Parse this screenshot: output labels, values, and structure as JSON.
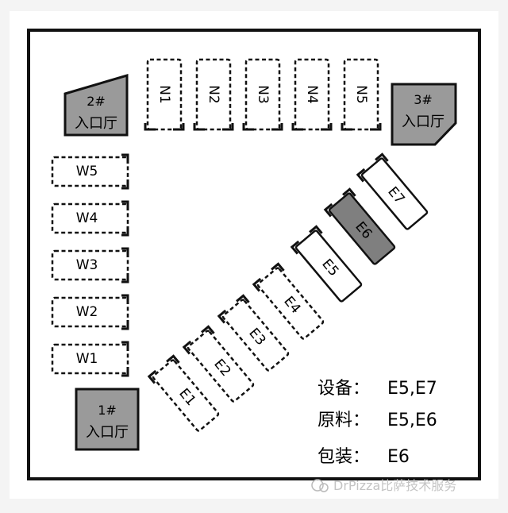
{
  "halls": [
    {
      "id": "hall-1",
      "line1": "1#",
      "line2": "入口厅"
    },
    {
      "id": "hall-2",
      "line1": "2#",
      "line2": "入口厅"
    },
    {
      "id": "hall-3",
      "line1": "3#",
      "line2": "入口厅"
    }
  ],
  "north_units": [
    "N1",
    "N2",
    "N3",
    "N4",
    "N5"
  ],
  "west_units": [
    "W5",
    "W4",
    "W3",
    "W2",
    "W1"
  ],
  "east_units": [
    {
      "label": "E1",
      "state": "dashed"
    },
    {
      "label": "E2",
      "state": "dashed"
    },
    {
      "label": "E3",
      "state": "dashed"
    },
    {
      "label": "E4",
      "state": "dashed"
    },
    {
      "label": "E5",
      "state": "solid"
    },
    {
      "label": "E6",
      "state": "filled"
    },
    {
      "label": "E7",
      "state": "solid"
    }
  ],
  "legend": [
    {
      "key": "设备：",
      "value": "E5,E7"
    },
    {
      "key": "原料：",
      "value": "E5,E6"
    },
    {
      "key": "包装：",
      "value": "E6"
    }
  ],
  "watermark": "DrPizza比萨技术服务",
  "colors": {
    "hall_fill": "#9a9a9a",
    "filled_unit": "#7f7f7f",
    "stroke": "#111111",
    "background": "#ffffff"
  }
}
